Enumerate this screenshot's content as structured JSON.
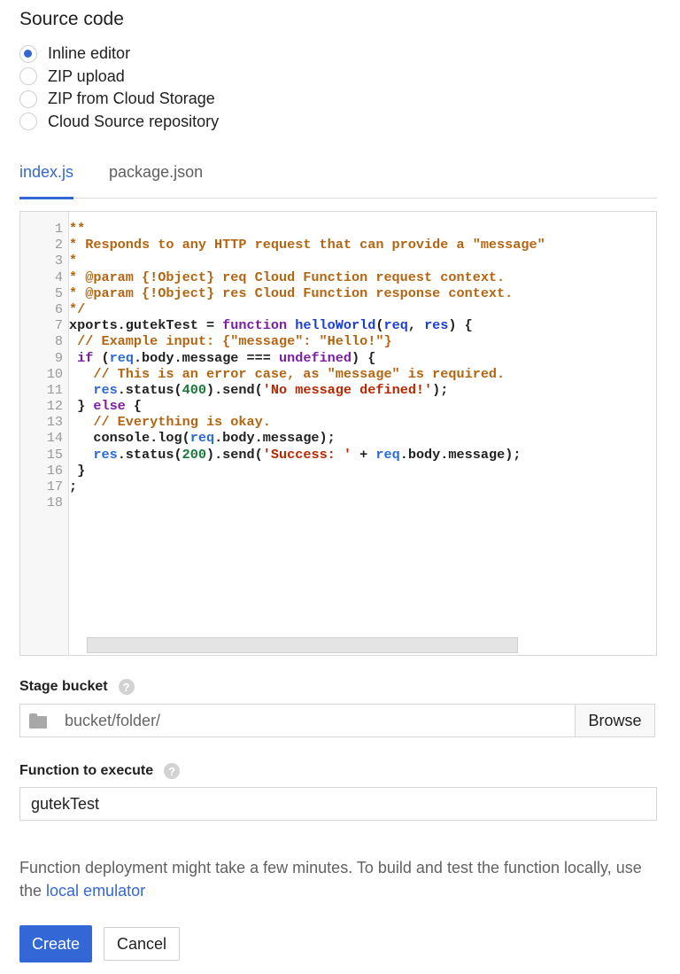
{
  "source_code": {
    "title": "Source code",
    "options": [
      {
        "label": "Inline editor",
        "checked": true
      },
      {
        "label": "ZIP upload",
        "checked": false
      },
      {
        "label": "ZIP from Cloud Storage",
        "checked": false
      },
      {
        "label": "Cloud Source repository",
        "checked": false
      }
    ]
  },
  "tabs": [
    {
      "label": "index.js",
      "active": true
    },
    {
      "label": "package.json",
      "active": false
    }
  ],
  "editor": {
    "line_numbers": [
      "1",
      "2",
      "3",
      "4",
      "5",
      "6",
      "7",
      "8",
      "9",
      "10",
      "11",
      "12",
      "13",
      "14",
      "15",
      "16",
      "17",
      "18"
    ],
    "lines": [
      [
        {
          "t": "**",
          "c": "c-comment"
        }
      ],
      [
        {
          "t": "* Responds to any HTTP request that can provide a \"message\"",
          "c": "c-comment"
        }
      ],
      [
        {
          "t": "*",
          "c": "c-comment"
        }
      ],
      [
        {
          "t": "* @param {!Object} req Cloud Function request context.",
          "c": "c-comment"
        }
      ],
      [
        {
          "t": "* @param {!Object} res Cloud Function response context.",
          "c": "c-comment"
        }
      ],
      [
        {
          "t": "*/",
          "c": "c-comment"
        }
      ],
      [
        {
          "t": "xports.gutekTest = ",
          "c": "c-plain"
        },
        {
          "t": "function",
          "c": "c-kw"
        },
        {
          "t": " ",
          "c": "c-plain"
        },
        {
          "t": "helloWorld",
          "c": "c-fn"
        },
        {
          "t": "(",
          "c": "c-plain"
        },
        {
          "t": "req",
          "c": "c-fn"
        },
        {
          "t": ", ",
          "c": "c-plain"
        },
        {
          "t": "res",
          "c": "c-fn"
        },
        {
          "t": ") {",
          "c": "c-plain"
        }
      ],
      [
        {
          "t": " // Example input: {\"message\": \"Hello!\"}",
          "c": "c-comment"
        }
      ],
      [
        {
          "t": " ",
          "c": "c-plain"
        },
        {
          "t": "if",
          "c": "c-kw"
        },
        {
          "t": " (",
          "c": "c-plain"
        },
        {
          "t": "req",
          "c": "c-var"
        },
        {
          "t": ".body.message === ",
          "c": "c-plain"
        },
        {
          "t": "undefined",
          "c": "c-kw"
        },
        {
          "t": ") {",
          "c": "c-plain"
        }
      ],
      [
        {
          "t": "   // This is an error case, as \"message\" is required.",
          "c": "c-comment"
        }
      ],
      [
        {
          "t": "   ",
          "c": "c-plain"
        },
        {
          "t": "res",
          "c": "c-var"
        },
        {
          "t": ".status(",
          "c": "c-plain"
        },
        {
          "t": "400",
          "c": "c-num"
        },
        {
          "t": ").send(",
          "c": "c-plain"
        },
        {
          "t": "'No message defined!'",
          "c": "c-str"
        },
        {
          "t": ");",
          "c": "c-plain"
        }
      ],
      [
        {
          "t": " } ",
          "c": "c-plain"
        },
        {
          "t": "else",
          "c": "c-kw"
        },
        {
          "t": " {",
          "c": "c-plain"
        }
      ],
      [
        {
          "t": "   // Everything is okay.",
          "c": "c-comment"
        }
      ],
      [
        {
          "t": "   console.log(",
          "c": "c-plain"
        },
        {
          "t": "req",
          "c": "c-var"
        },
        {
          "t": ".body.message);",
          "c": "c-plain"
        }
      ],
      [
        {
          "t": "   ",
          "c": "c-plain"
        },
        {
          "t": "res",
          "c": "c-var"
        },
        {
          "t": ".status(",
          "c": "c-plain"
        },
        {
          "t": "200",
          "c": "c-num"
        },
        {
          "t": ").send(",
          "c": "c-plain"
        },
        {
          "t": "'Success: '",
          "c": "c-str"
        },
        {
          "t": " + ",
          "c": "c-plain"
        },
        {
          "t": "req",
          "c": "c-var"
        },
        {
          "t": ".body.message);",
          "c": "c-plain"
        }
      ],
      [
        {
          "t": " }",
          "c": "c-plain"
        }
      ],
      [
        {
          "t": ";",
          "c": "c-plain"
        }
      ],
      [
        {
          "t": "",
          "c": "c-plain"
        }
      ]
    ]
  },
  "stage_bucket": {
    "label": "Stage bucket",
    "help_icon": "?",
    "value": "bucket/folder/",
    "browse_label": "Browse"
  },
  "function_to_execute": {
    "label": "Function to execute",
    "help_icon": "?",
    "value": "gutekTest"
  },
  "note": {
    "text": "Function deployment might take a few minutes. To build and test the function locally, use the ",
    "link": "local emulator"
  },
  "actions": {
    "create_label": "Create",
    "cancel_label": "Cancel"
  },
  "colors": {
    "accent": "#3367d6",
    "comment": "#b46512",
    "keyword": "#7a1fa2",
    "string": "#b82700",
    "number": "#1b7a3a"
  }
}
